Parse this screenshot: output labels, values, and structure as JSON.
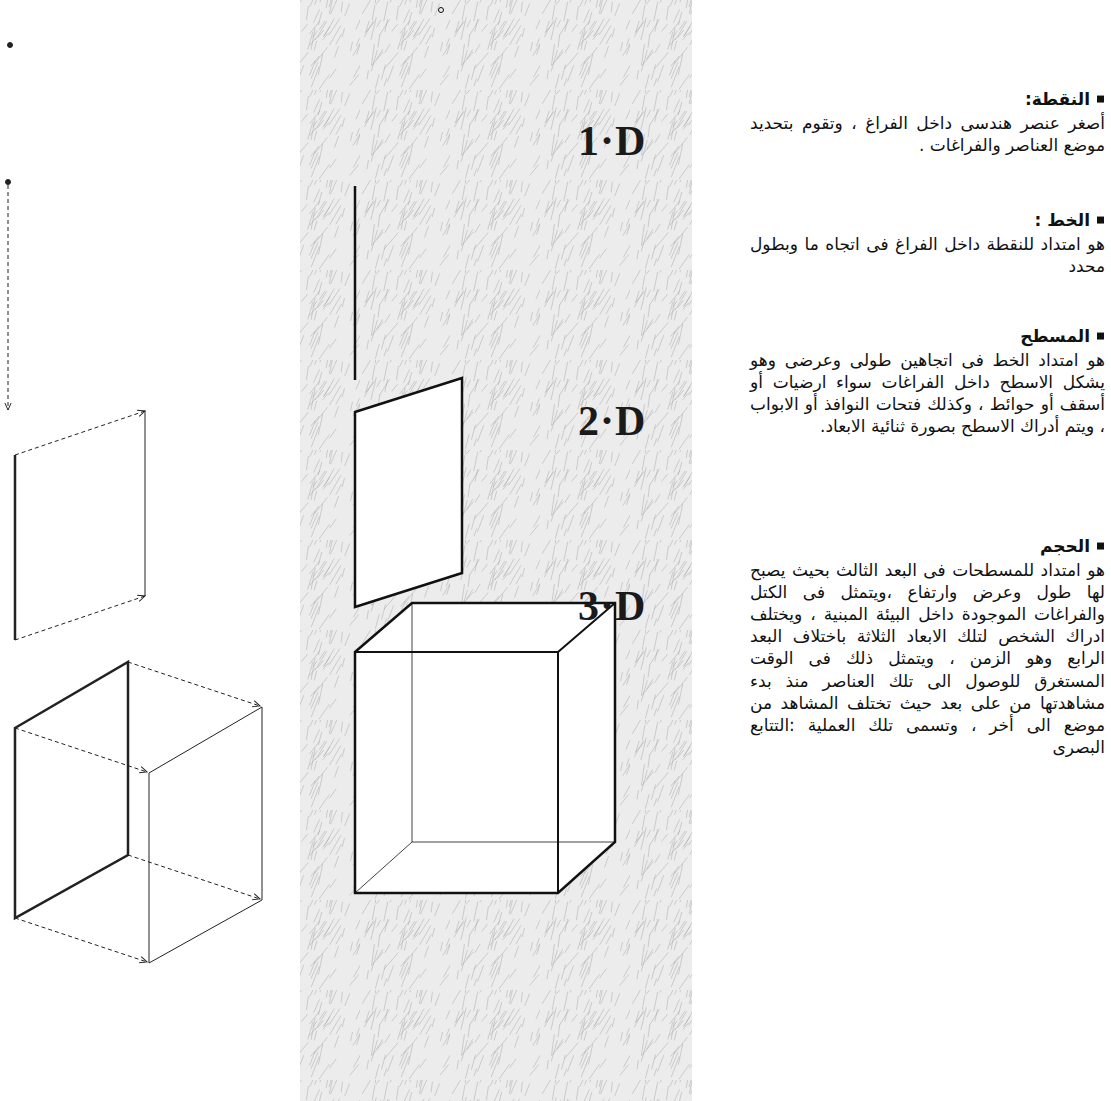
{
  "diagram": {
    "labels": [
      "1·D",
      "2·D",
      "3·D",
      "النقطة:",
      "أصغر عنصر هندسى داخل الفراغ ، وتقوم بتحديد موضع العناصر والفراغات .",
      "الخط :",
      "هو امتداد للنقطة داخل الفراغ فى اتجاه ما وبطول محدد",
      "المسطح",
      "هو امتداد الخط فى اتجاهين طولى وعرضى وهو يشكل الاسطح داخل الفراغات سواء ارضيات أو أسقف أو حوائط ، وكذلك فتحات النوافذ أو الابواب ، ويتم أدراك الاسطح بصورة ثنائية الابعاد.",
      "الحجم",
      "هو امتداد للمسطحات فى البعد الثالث بحيث يصبح لها طول وعرض وارتفاع ،ويتمثل فى الكتل والفراغات الموجودة داخل البيئة المبنية ، ويختلف ادراك الشخص لتلك الابعاد الثلاثة باختلاف البعد الرابع وهو الزمن ، ويتمثل ذلك فى الوقت المستغرق للوصول الى تلك العناصر منذ بدء مشاهدتها من على بعد حيث تختلف المشاهد من موضع الى أخر ، وتسمى تلك العملية :التتابع البصرى"
    ]
  }
}
